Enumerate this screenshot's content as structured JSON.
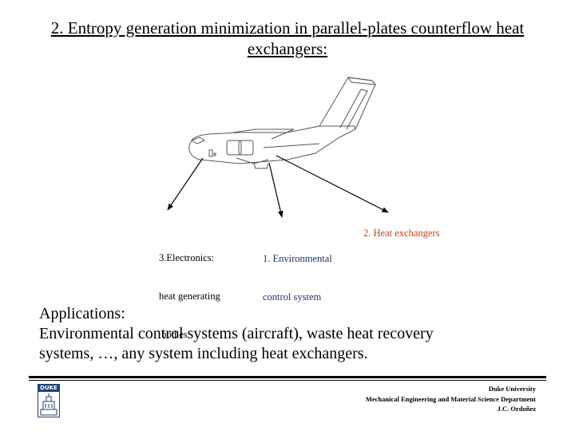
{
  "slide": {
    "title_line1": "2. Entropy generation minimization in parallel-plates counterflow heat",
    "title_line2": "exchangers:"
  },
  "labels": {
    "electronics": [
      "3.Electronics:",
      "heat generating",
      " bodies"
    ],
    "ecs": [
      "1. Environmental",
      "control system"
    ],
    "heat_exchangers": "2. Heat exchangers"
  },
  "colors": {
    "ecs": "#1f2e7a",
    "heat_exchangers": "#c8401a"
  },
  "applications": {
    "heading": "Applications:",
    "line1": "Environmental control systems (aircraft), waste heat recovery",
    "line2": "systems, …, any system including heat exchangers."
  },
  "logo": {
    "text": "DUKE"
  },
  "footer": {
    "university": "Duke University",
    "department": "Mechanical Engineering and Material Science Department",
    "author": "J.C. Ordoñez"
  }
}
